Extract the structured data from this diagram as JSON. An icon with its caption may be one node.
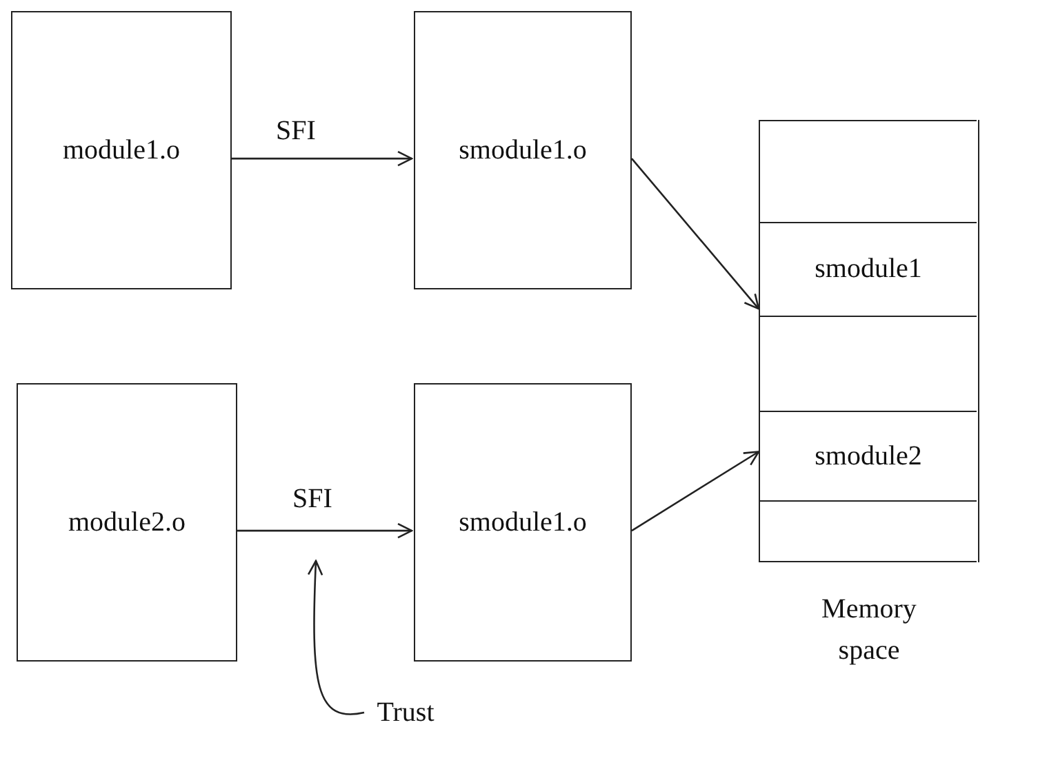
{
  "diagram": {
    "nodes": [
      {
        "text": [
          "module1.o"
        ]
      },
      {
        "text": [
          "smodule1.o"
        ]
      },
      {
        "text": [],
        "shape": "box",
        "beside": [
          "Memory space"
        ]
      },
      {
        "text": [],
        "shape": "box",
        "in": 2
      },
      {
        "text": [
          "smodule1"
        ],
        "in": 2
      },
      {
        "text": [],
        "shape": "box",
        "in": 2
      },
      {
        "text": [
          "smodule2"
        ],
        "in": 2
      },
      {
        "text": [],
        "shape": "box",
        "in": 2
      },
      {
        "text": [
          "module2.o"
        ]
      },
      {
        "text": [
          "smodule1.o"
        ]
      },
      {
        "text": [
          "Trust"
        ]
      }
    ],
    "edges": [
      {
        "from": 0,
        "to": 1,
        "arrow": "to",
        "label": "SFI"
      },
      {
        "from": 1,
        "to": 4,
        "arrow": "to"
      },
      {
        "from": 8,
        "to": 9,
        "arrow": "to",
        "label": "SFI"
      },
      {
        "from": 9,
        "to": 6,
        "arrow": "to"
      },
      {
        "from": 10,
        "to": null,
        "arrow": "to"
      }
    ]
  }
}
